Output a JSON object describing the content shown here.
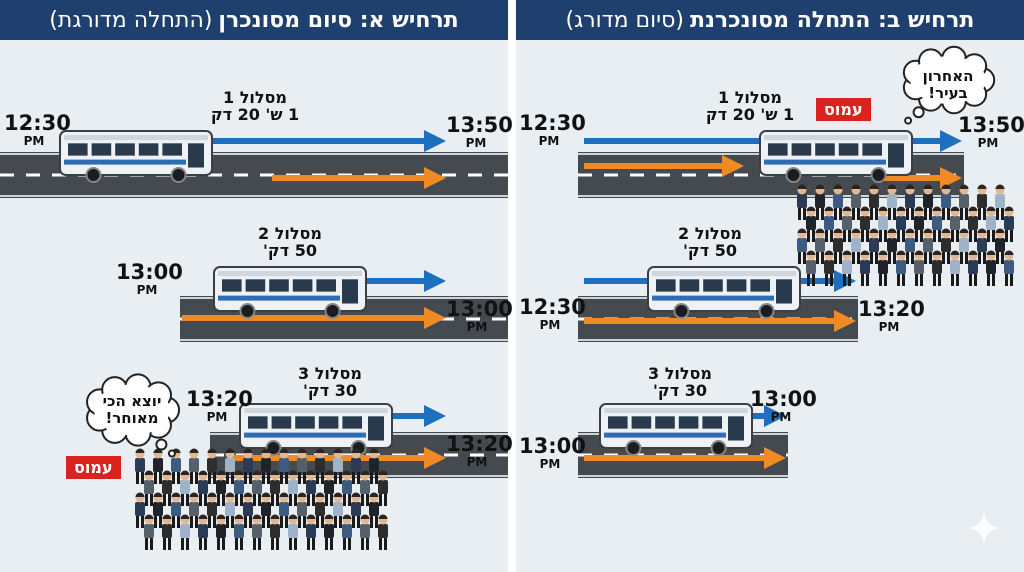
{
  "panel_a": {
    "title_main": "תרחיש א: סיום מסונכרן",
    "title_sub": "(התחלה מדורגת)",
    "routes": [
      {
        "name": "מסלול 1",
        "duration": "1 ש' 20 דק",
        "start_time": "12:30",
        "start_ampm": "PM",
        "end_time": "13:50",
        "end_ampm": "PM"
      },
      {
        "name": "מסלול 2",
        "duration": "50 דק'",
        "start_time": "13:00",
        "start_ampm": "PM",
        "end_time": "13:00",
        "end_ampm": "PM"
      },
      {
        "name": "מסלול 3",
        "duration": "30 דק'",
        "start_time": "13:20",
        "start_ampm": "PM",
        "end_time": "13:20",
        "end_ampm": "PM"
      }
    ],
    "badge": "עמוס",
    "thought_line1": "יוצא הכי",
    "thought_line2": "מאוחר!"
  },
  "panel_b": {
    "title_main": "תרחיש ב: התחלה מסונכרנת",
    "title_sub": "(סיום מדורג)",
    "routes": [
      {
        "name": "מסלול 1",
        "duration": "1 ש' 20 דק",
        "start_time": "12:30",
        "start_ampm": "PM",
        "end_time": "13:50",
        "end_ampm": "PM"
      },
      {
        "name": "מסלול 2",
        "duration": "50 דק'",
        "start_time": "12:30",
        "start_ampm": "PM",
        "end_time": "13:20",
        "end_ampm": "PM"
      },
      {
        "name": "מסלול 3",
        "duration": "30 דק'",
        "start_time": "13:00",
        "start_ampm": "PM",
        "end_time": "13:00",
        "end_ampm": "PM"
      }
    ],
    "badge": "עמוס",
    "thought_line1": "האחרון",
    "thought_line2": "בעיר!"
  },
  "colors": {
    "header": "#1f3f6e",
    "blue_arrow": "#1f6fbf",
    "orange_arrow": "#f08a24",
    "road": "#444a50",
    "badge": "#d9231f",
    "bus_body": "#eef2f6",
    "bus_stripe": "#2f6db3"
  },
  "icons": [
    "bus-icon",
    "arrow-right-icon",
    "crowd-icon",
    "thought-bubble-icon",
    "sparkle-icon"
  ]
}
